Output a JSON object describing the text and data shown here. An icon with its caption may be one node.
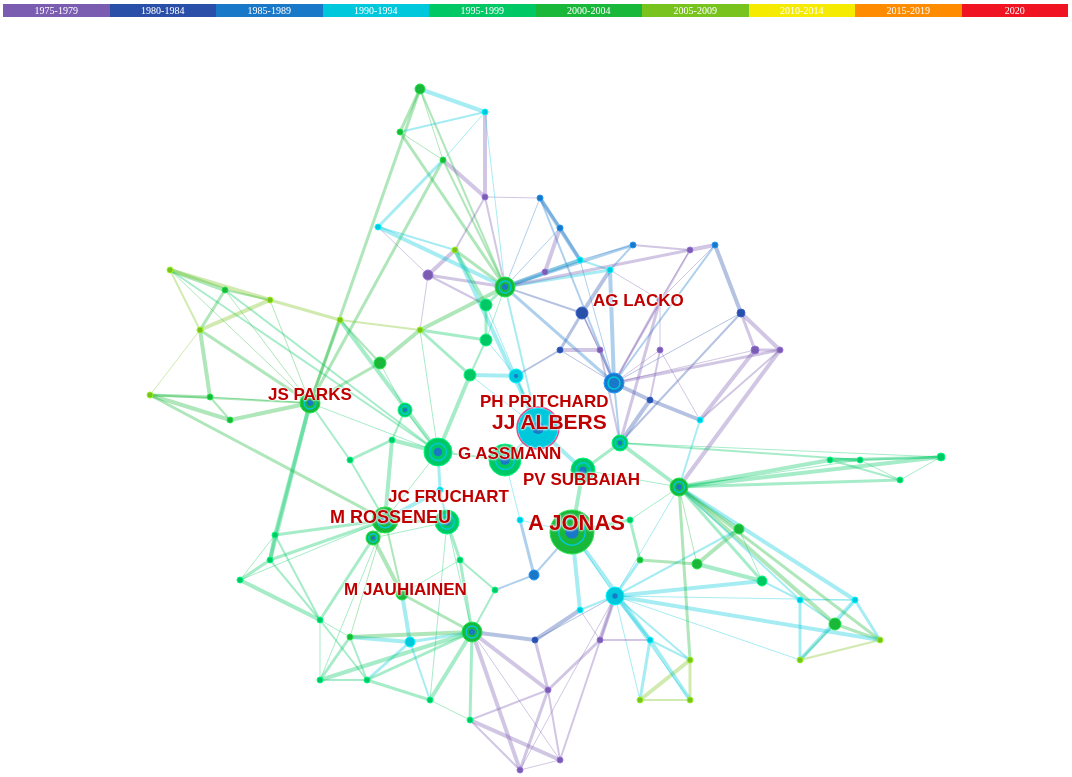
{
  "diagram": {
    "labels": [
      "AG LACKO",
      "JS PARKS",
      "PH PRITCHARD",
      "JJ ALBERS",
      "G ASSMANN",
      "PV SUBBAIAH",
      "JC FRUCHART",
      "M ROSSENEU",
      "A JONAS",
      "M JAUHIAINEN"
    ],
    "legend": [
      {
        "text": "1975-1979",
        "color": "#7a5cb0"
      },
      {
        "text": "1980-1984",
        "color": "#2a4fa8"
      },
      {
        "text": "1985-1989",
        "color": "#1a78c8"
      },
      {
        "text": "1990-1994",
        "color": "#00c8dc"
      },
      {
        "text": "1995-1999",
        "color": "#00c864"
      },
      {
        "text": "2000-2004",
        "color": "#1ab83a"
      },
      {
        "text": "2005-2009",
        "color": "#78c31e"
      },
      {
        "text": "2010-2014",
        "color": "#f5eb00"
      },
      {
        "text": "2015-2019",
        "color": "#ff8c00"
      },
      {
        "text": "2020",
        "color": "#f01423"
      }
    ]
  }
}
